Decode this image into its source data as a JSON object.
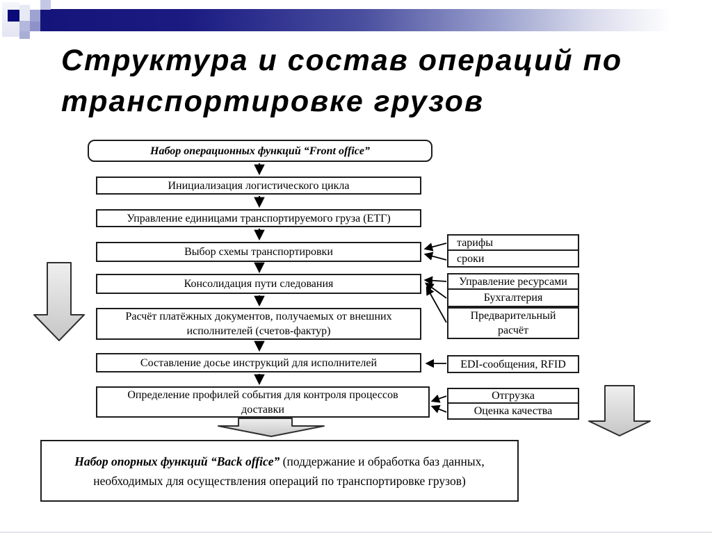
{
  "slide": {
    "title_line1": "Структура и состав операций по",
    "title_line2": "транспортировке грузов"
  },
  "flowchart": {
    "front_office_box": "Набор операционных функций “Front office”",
    "steps": [
      "Инициализация логистического цикла",
      "Управление единицами транспортируемого груза (ЕТГ)",
      "Выбор схемы транспортировки",
      "Консолидация пути следования",
      "Расчёт платёжных документов, получаемых от внешних исполнителей (счетов-фактур)",
      "Составление досье инструкций для исполнителей",
      "Определение профилей события для контроля процессов доставки"
    ],
    "side_boxes": {
      "tariffs": "тарифы",
      "terms": "сроки",
      "resources": "Управление ресурсами",
      "accounting": "Бухгалтерия",
      "preliminary_calc": "Предварительный расчёт",
      "edi": "EDI-сообщения, RFID",
      "shipment": "Отгрузка",
      "quality": "Оценка качества"
    },
    "back_office_bold": "Набор опорных функций “Back office”",
    "back_office_rest": " (поддержание и обработка баз данных, необходимых для осуществления операций по транспортировке грузов)"
  },
  "colors": {
    "accent_navy": "#14147a",
    "box_border": "#1c1c1c",
    "block_arrow_fill_top": "#efefef",
    "block_arrow_fill_bottom": "#c6c6c6",
    "block_arrow_stroke": "#2f2f2f"
  }
}
